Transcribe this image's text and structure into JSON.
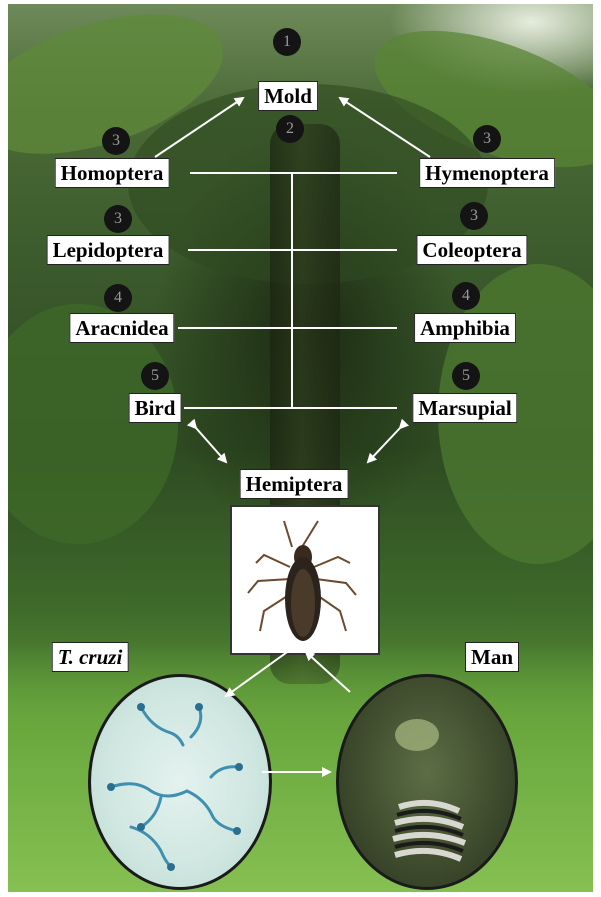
{
  "nodes": {
    "mold": "Mold",
    "homoptera": "Homoptera",
    "hymenoptera": "Hymenoptera",
    "lepidoptera": "Lepidoptera",
    "coleoptera": "Coleoptera",
    "aracnidea": "Aracnidea",
    "amphibia": "Amphibia",
    "bird": "Bird",
    "marsupial": "Marsupial",
    "hemiptera": "Hemiptera",
    "t_cruzi": "T. cruzi",
    "man": "Man"
  },
  "level_markers": {
    "top": "1",
    "center": "2",
    "homoptera": "3",
    "hymenoptera": "3",
    "lepidoptera": "3",
    "coleoptera": "3",
    "aracnidea": "4",
    "amphibia": "4",
    "bird": "5",
    "marsupial": "5"
  },
  "colors": {
    "label_bg": "#ffffff",
    "label_text": "#000000",
    "connector": "#ffffff",
    "marker_bg": "#141414",
    "marker_text": "#9a9a9a"
  }
}
